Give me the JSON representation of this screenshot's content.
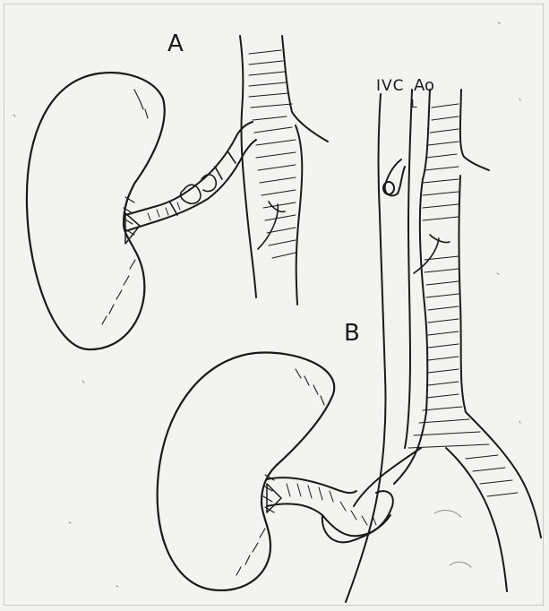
{
  "figure": {
    "labels": {
      "panel_a": "A",
      "panel_b": "B",
      "ivc": "IVC",
      "aorta": "Ao",
      "small_mark": "L"
    },
    "colors": {
      "paper": "#f3f3f1",
      "ink": "#1a1a1a",
      "frame": "#c9c9c9"
    }
  }
}
